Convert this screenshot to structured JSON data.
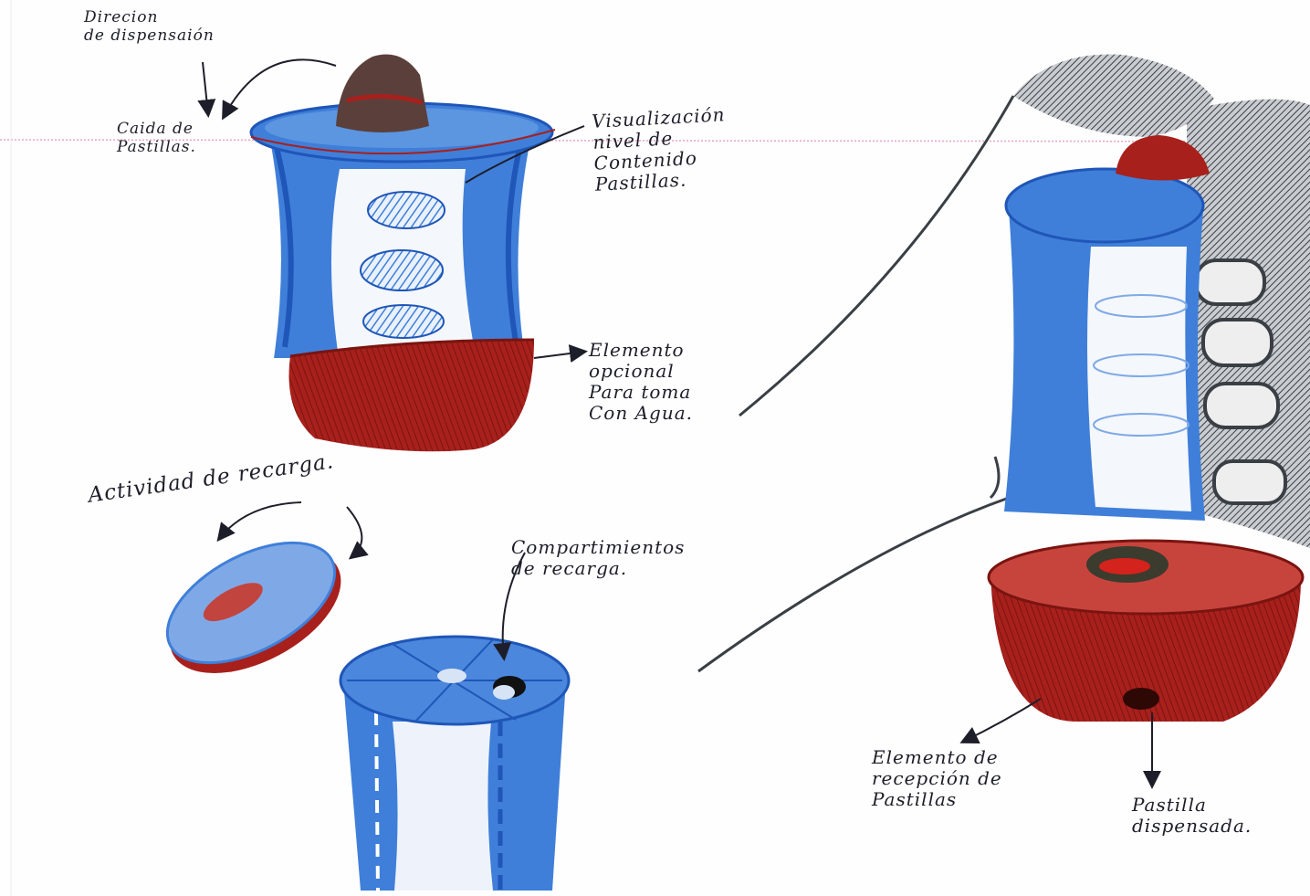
{
  "sketch": {
    "colors": {
      "blue": "#3f7fd9",
      "blue_dark": "#1f56b8",
      "red": "#a8201c",
      "red_dark": "#7a1410",
      "graphite": "#3a3f45",
      "ink": "#1e1e2a",
      "paper": "#fefefe",
      "margin_line": "#e9a3c4"
    },
    "annotations": {
      "direction": "Direcion\nde dispensaión",
      "drop": "Caida de\nPastillas.",
      "level": "Visualización\nnivel de\nContenido\nPastillas.",
      "optional": "Elemento\nopcional\nPara toma\nCon Agua.",
      "recharge_activity": "Actividad de recarga.",
      "compartments": "Compartimientos\nde recarga.",
      "reception": "Elemento de\nrecepción de\nPastillas",
      "dispensed": "Pastilla\ndispensada."
    }
  }
}
